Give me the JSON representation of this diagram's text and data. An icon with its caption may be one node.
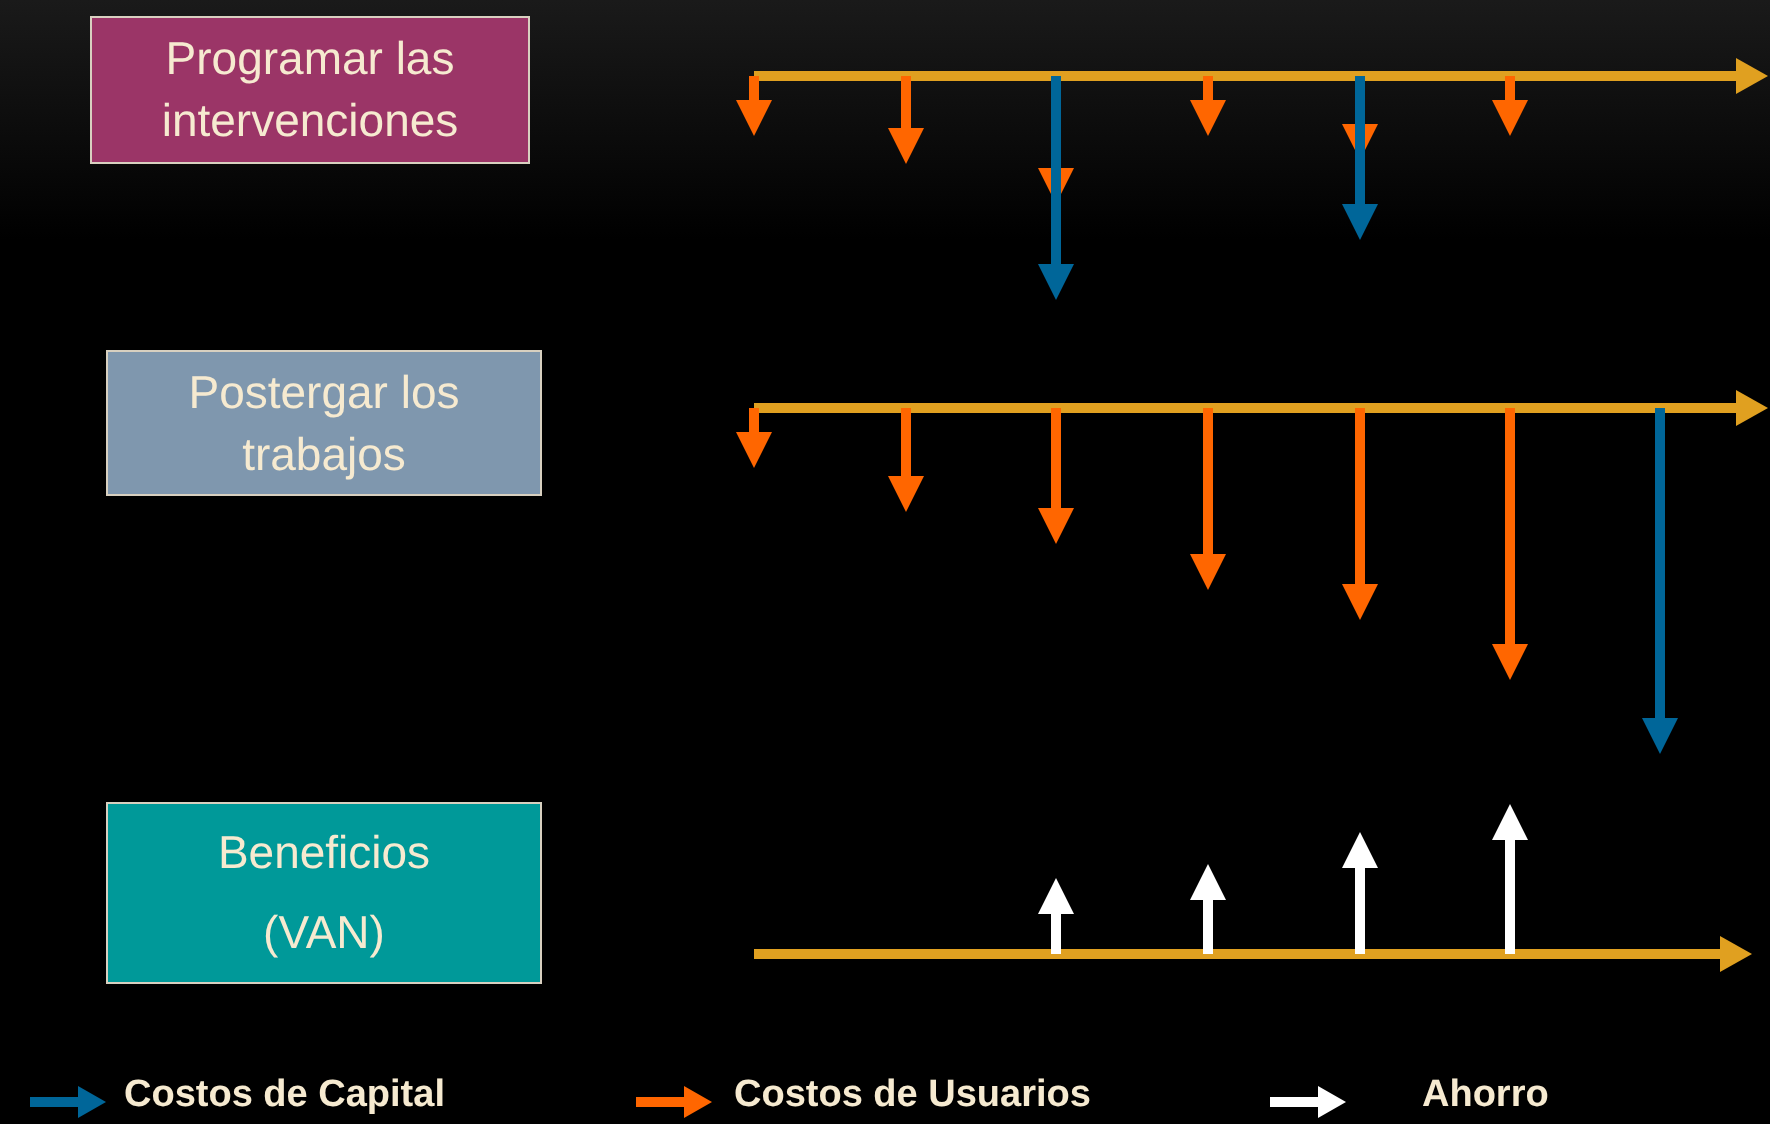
{
  "diagram": {
    "nodes": [
      {
        "text": [
          "Programar las intervenciones"
        ]
      },
      {
        "text": [
          "Postergar los trabajos"
        ]
      },
      {
        "text": [
          "Beneficios",
          "(VAN)"
        ]
      }
    ],
    "legend": [
      {
        "text": "Costos de Capital"
      },
      {
        "text": "Costos de Usuarios"
      },
      {
        "text": "Ahorro"
      }
    ]
  }
}
